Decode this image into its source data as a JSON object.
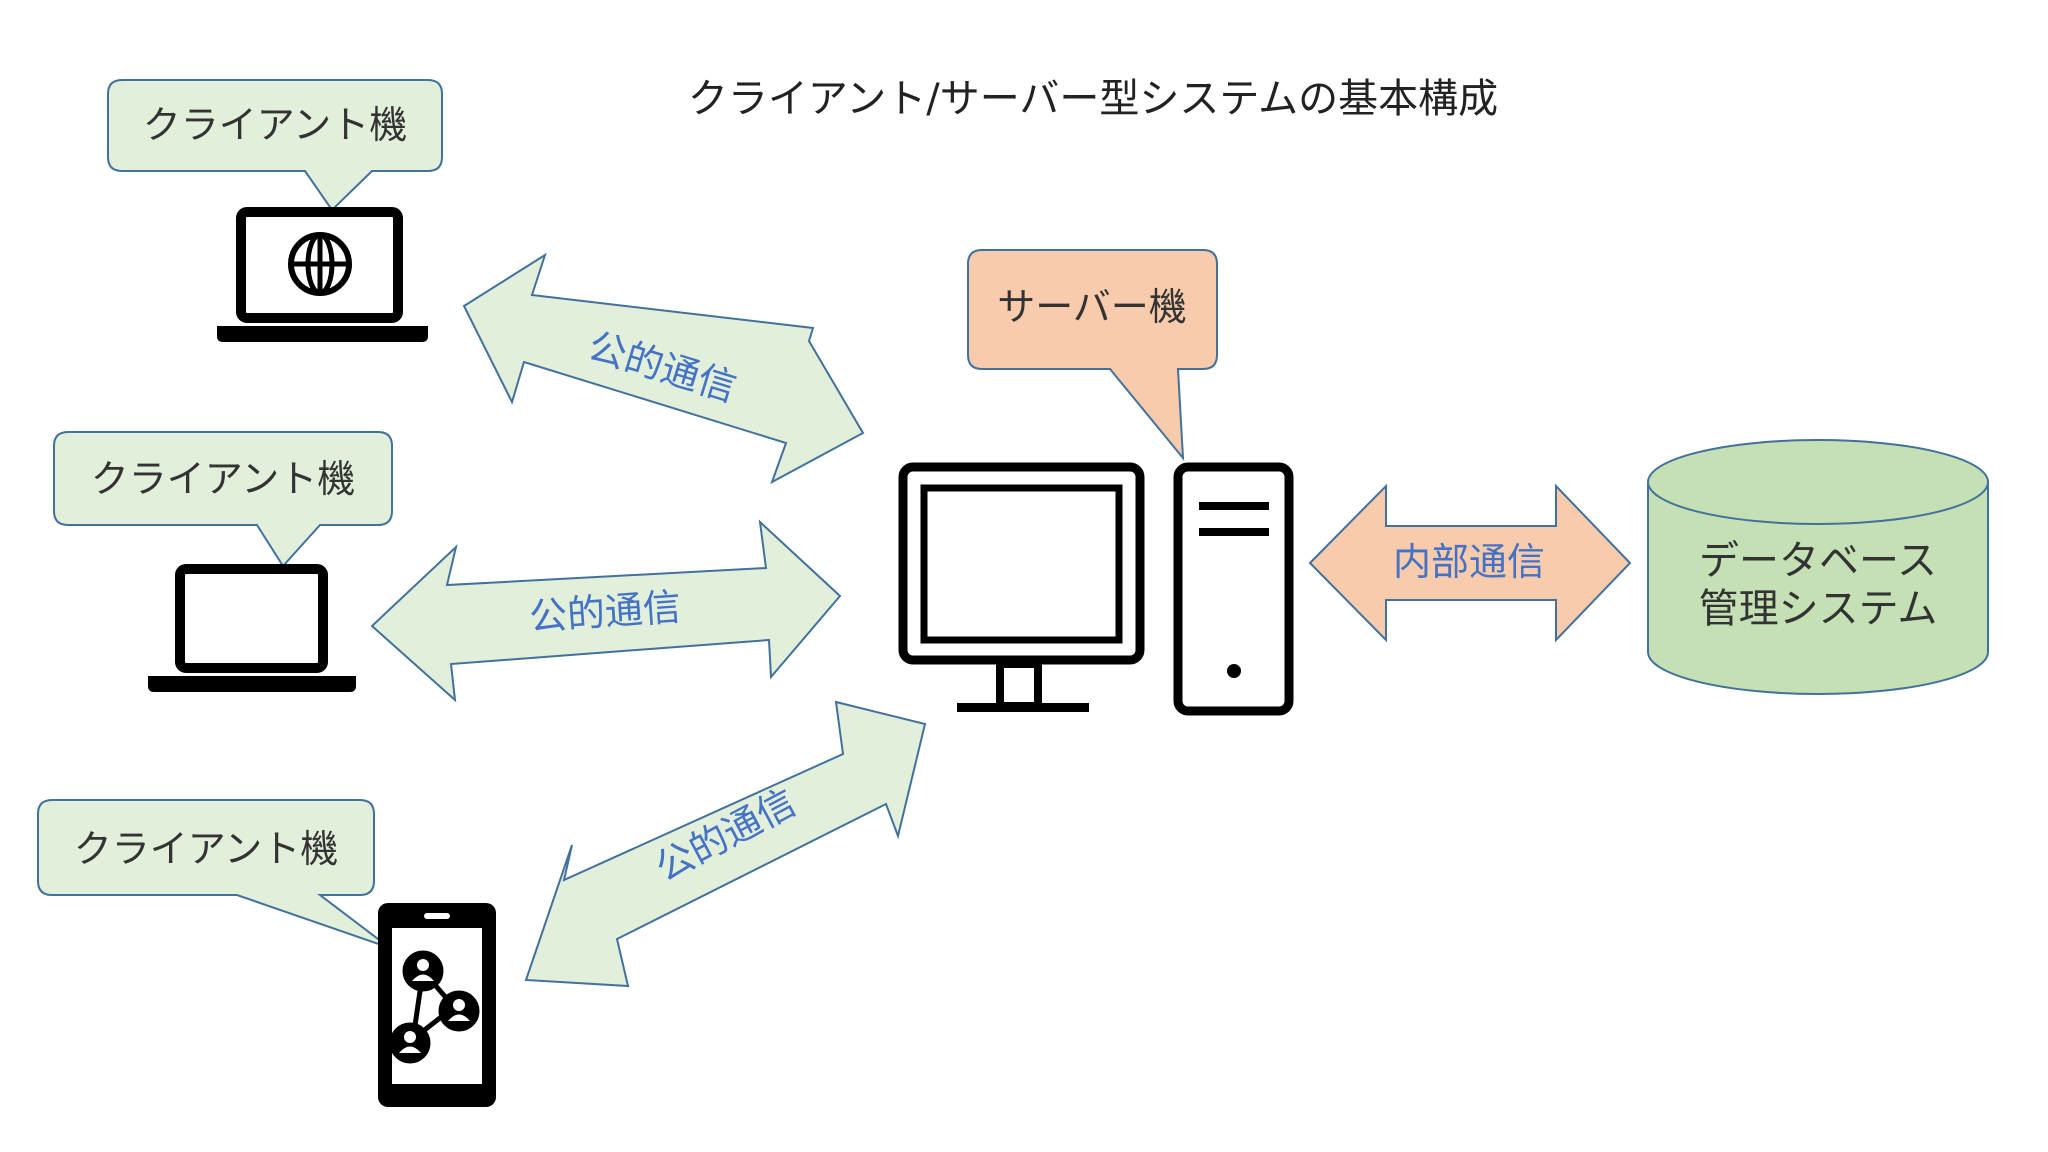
{
  "title": "クライアント/サーバー型システムの基本構成",
  "clients": [
    {
      "label": "クライアント機",
      "device": "laptop-globe-icon"
    },
    {
      "label": "クライアント機",
      "device": "laptop-icon"
    },
    {
      "label": "クライアント機",
      "device": "smartphone-network-icon"
    }
  ],
  "server": {
    "label": "サーバー機",
    "device": "desktop-tower-icon"
  },
  "links": {
    "public": [
      "公的通信",
      "公的通信",
      "公的通信"
    ],
    "internal": "内部通信"
  },
  "database": {
    "line1": "データベース",
    "line2": "管理システム"
  },
  "colors": {
    "client_bubble": "#e2efda",
    "server_bubble": "#f8cbad",
    "public_arrow": "#e2efda",
    "internal_arrow": "#f8cbad",
    "database": "#c5e0b4",
    "outline": "#41719c",
    "label_blue": "#4472c4"
  }
}
